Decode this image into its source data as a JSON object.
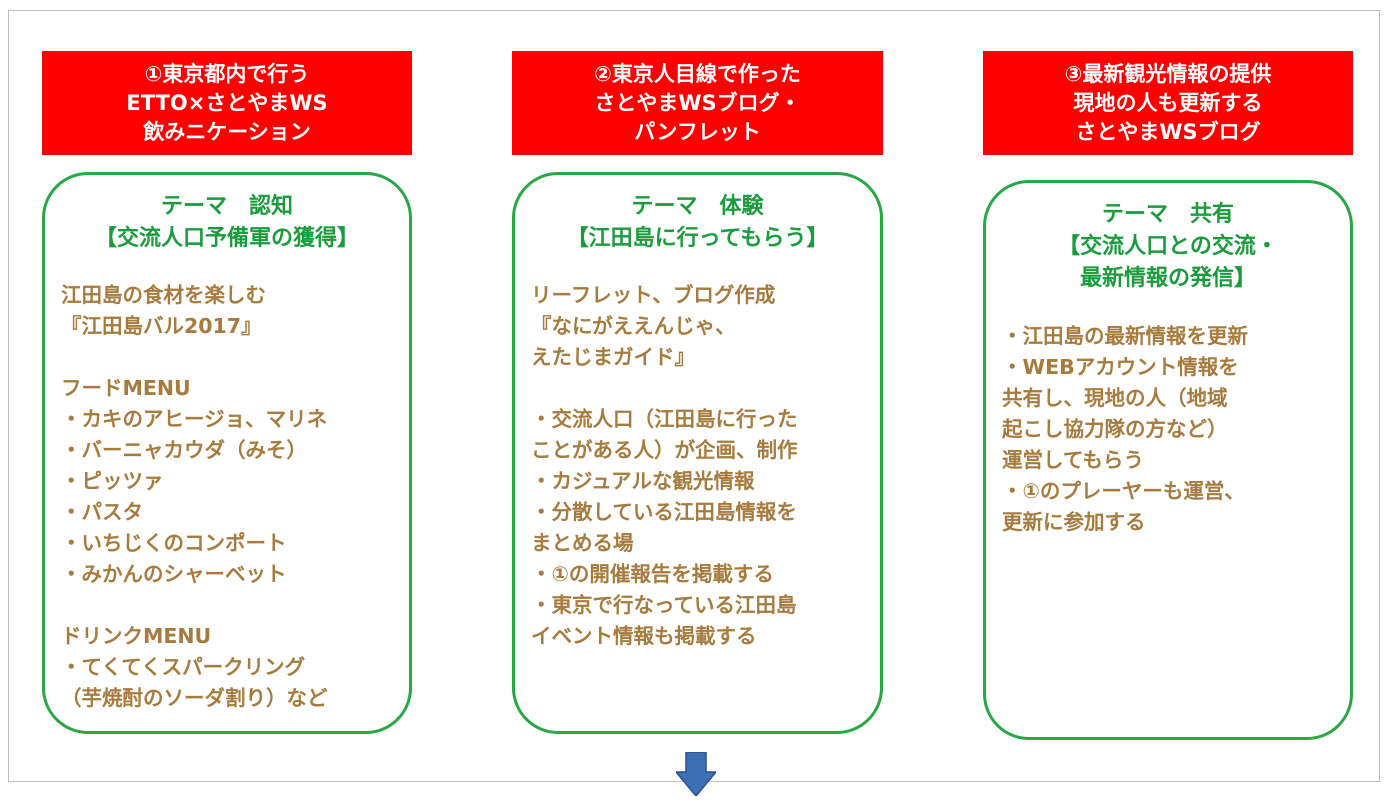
{
  "columns": [
    {
      "header": "①東京都内で行う\nETTO×さとやまWS\n飲みニケーション",
      "theme": "テーマ　認知\n【交流人口予備軍の獲得】",
      "body": "江田島の食材を楽しむ\n『江田島バル2017』\n\nフードMENU\n・カキのアヒージョ、マリネ\n・バーニャカウダ（みそ）\n・ピッツァ\n・パスタ\n・いちじくのコンポート\n・みかんのシャーベット\n\nドリンクMENU\n・てくてくスパークリング\n（芋焼酎のソーダ割り）など"
    },
    {
      "header": "②東京人目線で作った\nさとやまWSブログ・\nパンフレット",
      "theme": "テーマ　体験\n【江田島に行ってもらう】",
      "body": "リーフレット、ブログ作成\n『なにがええんじゃ、\nえたじまガイド』\n\n・交流人口（江田島に行った\nことがある人）が企画、制作\n・カジュアルな観光情報\n・分散している江田島情報を\nまとめる場\n・①の開催報告を掲載する\n・東京で行なっている江田島\nイベント情報も掲載する"
    },
    {
      "header": "③最新観光情報の提供\n現地の人も更新する\nさとやまWSブログ",
      "theme": "テーマ　共有\n【交流人口との交流・\n最新情報の発信】",
      "body": "・江田島の最新情報を更新\n・WEBアカウント情報を\n共有し、現地の人（地域\n起こし協力隊の方など）\n運営してもらう\n・①のプレーヤーも運営、\n更新に参加する"
    }
  ],
  "colors": {
    "header_bg": "#ff0000",
    "header_text": "#ffffff",
    "border": "#28a745",
    "theme_text": "#1a9b3c",
    "body_text": "#a67b3d",
    "arrow": "#3d6fb5"
  },
  "icons": {
    "arrow": "down-arrow-icon"
  }
}
